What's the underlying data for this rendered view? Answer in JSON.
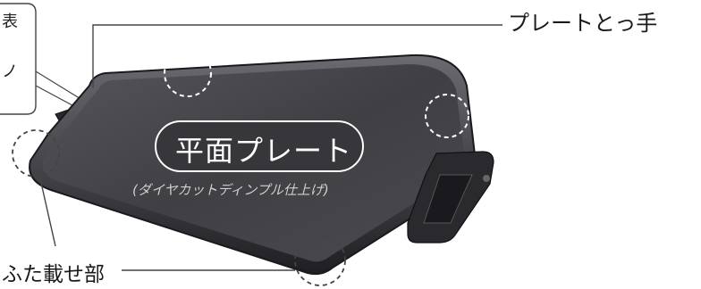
{
  "callout": {
    "line1": "表",
    "line2": "ノ"
  },
  "labels": {
    "plate_handle": "プレートとっ手",
    "lid_rest": "ふた載せ部"
  },
  "plate": {
    "name": "平面プレート",
    "finish": "(ダイヤカットディンプル仕上げ)"
  },
  "colors": {
    "plate_surface": "#3f3f44",
    "plate_rim": "#2b2b30",
    "handle": "#2a2a2e",
    "label_badge": "#36363b",
    "leader_line": "#444444"
  }
}
